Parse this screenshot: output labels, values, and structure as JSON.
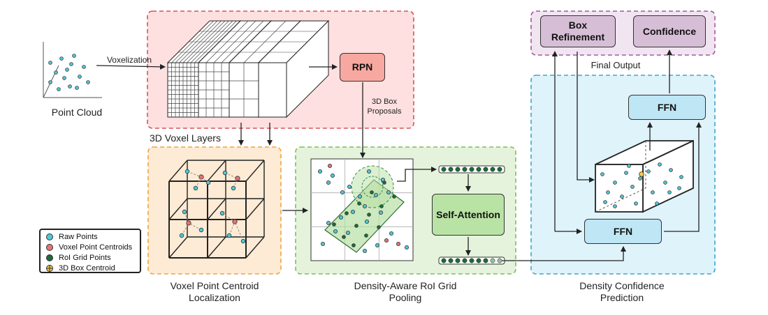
{
  "labels": {
    "voxelization": "Voxelization",
    "point_cloud": "Point Cloud",
    "voxel_layers": "3D Voxel Layers",
    "rpn": "RPN",
    "proposals_line1": "3D Box",
    "proposals_line2": "Proposals",
    "centroid_line1": "Voxel Point Centroid",
    "centroid_line2": "Localization",
    "pooling_line1": "Density-Aware RoI Grid",
    "pooling_line2": "Pooling",
    "self_attention": "Self-Attention",
    "confidence_pred_line1": "Density Confidence",
    "confidence_pred_line2": "Prediction",
    "ffn_top": "FFN",
    "ffn_bottom": "FFN",
    "final_output": "Final Output",
    "box_refinement_line1": "Box",
    "box_refinement_line2": "Refinement",
    "confidence": "Confidence"
  },
  "legend": [
    {
      "label": "Raw Points",
      "color": "#4fc9d6"
    },
    {
      "label": "Voxel Point Centroids",
      "color": "#e57373"
    },
    {
      "label": "RoI Grid Points",
      "color": "#1b6b3a"
    },
    {
      "label": "3D Box Centroid",
      "color": "#f2c94c"
    }
  ],
  "colors": {
    "raw_point": "#4fc9d6",
    "centroid": "#e57373",
    "grid_point": "#1b6b3a",
    "box_centroid": "#f2c94c",
    "voxel_region_fill": "#fde0df",
    "voxel_region_border": "#d8525c",
    "centroid_region_fill": "#fdebd5",
    "centroid_region_border": "#f0a43b",
    "pooling_region_fill": "#e5f3dc",
    "pooling_region_border": "#7cc057",
    "density_region_fill": "#dff3fa",
    "density_region_border": "#39aacb",
    "output_region_fill": "#f1e5f1",
    "output_region_border": "#a2589f",
    "rpn_fill": "#f7a8a0",
    "attention_fill": "#b9e3a5",
    "ffn_fill": "#bfe6f5",
    "output_block_fill": "#d6bfd6"
  }
}
